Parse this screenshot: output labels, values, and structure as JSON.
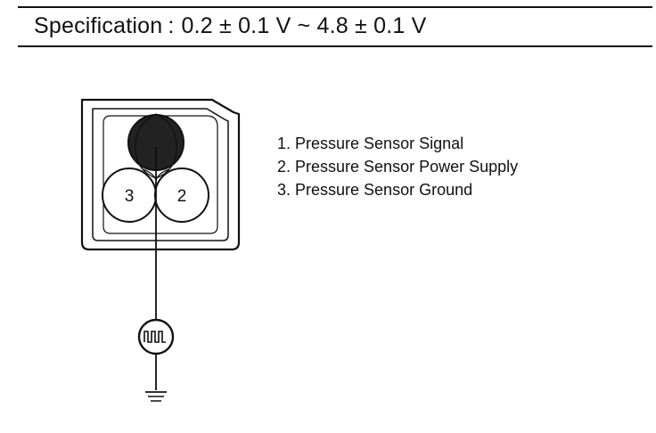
{
  "specification": {
    "label": "Specification",
    "separator": ":",
    "value": "0.2 ± 0.1 V ~ 4.8 ± 0.1 V"
  },
  "connector": {
    "pin_labels": {
      "pin2": "2",
      "pin3": "3"
    }
  },
  "legend": [
    {
      "text": "1. Pressure Sensor Signal"
    },
    {
      "text": "2. Pressure Sensor Power Supply"
    },
    {
      "text": "3. Pressure Sensor Ground"
    }
  ],
  "icons": {
    "meter": "waveform-meter-icon",
    "ground": "ground-symbol-icon"
  }
}
